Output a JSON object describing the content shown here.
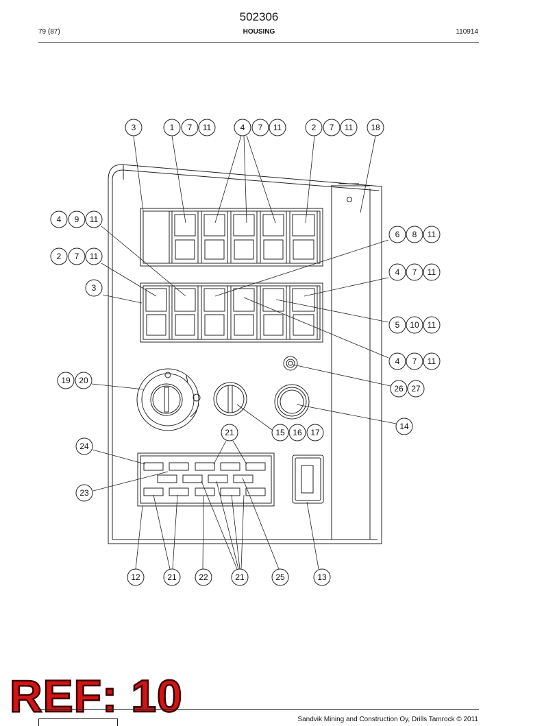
{
  "header": {
    "part_number": "502306",
    "page": "79 (87)",
    "title": "HOUSING",
    "date_code": "110914"
  },
  "callouts": {
    "top_row": [
      [
        "3"
      ],
      [
        "1",
        "7",
        "11"
      ],
      [
        "4",
        "7",
        "11"
      ],
      [
        "2",
        "7",
        "11"
      ],
      [
        "18"
      ]
    ],
    "left_side": [
      [
        "4",
        "9",
        "11"
      ],
      [
        "2",
        "7",
        "11"
      ],
      [
        "3"
      ],
      [
        "19",
        "20"
      ],
      [
        "24"
      ],
      [
        "23"
      ]
    ],
    "right_side": [
      [
        "6",
        "8",
        "11"
      ],
      [
        "4",
        "7",
        "11"
      ],
      [
        "5",
        "10",
        "11"
      ],
      [
        "4",
        "7",
        "11"
      ],
      [
        "26",
        "27"
      ],
      [
        "14"
      ]
    ],
    "middle": [
      [
        "15",
        "16",
        "17"
      ],
      [
        "21"
      ]
    ],
    "bottom_row": [
      [
        "12"
      ],
      [
        "21"
      ],
      [
        "22"
      ],
      [
        "21"
      ],
      [
        "25"
      ],
      [
        "13"
      ]
    ]
  },
  "stamp": "REF: 10",
  "footer": {
    "copyright": "Sandvik Mining and Construction Oy, Drills Tamrock © 2011"
  }
}
